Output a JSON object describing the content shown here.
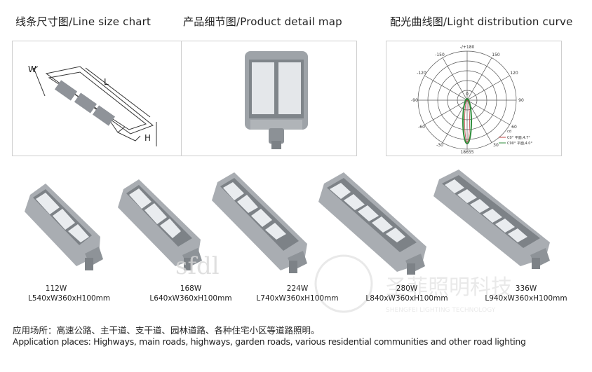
{
  "sections": {
    "line_size": {
      "title": "线条尺寸图/Line size chart",
      "label_w": "W",
      "label_l": "L",
      "label_h": "H"
    },
    "detail": {
      "title": "产品细节图/Product detail map"
    },
    "curve": {
      "title": "配光曲线图/Light distribution curve",
      "angle_labels": [
        "-/+180",
        "-150",
        "150",
        "-120",
        "120",
        "-90",
        "90",
        "-60",
        "60",
        "-30",
        "30",
        "0"
      ],
      "legend_unit": "cd",
      "legend_c0": "C0°  平面,4.7°",
      "legend_c90": "C90° 平面,4.0°",
      "center_value": "18655"
    }
  },
  "products": [
    {
      "power": "112W",
      "size": "L540xW360xH100mm"
    },
    {
      "power": "168W",
      "size": "L640xW360xH100mm"
    },
    {
      "power": "224W",
      "size": "L740xW360xH100mm"
    },
    {
      "power": "280W",
      "size": "L840xW360xH100mm"
    },
    {
      "power": "336W",
      "size": "L940xW360xH100mm"
    }
  ],
  "watermark": {
    "text_cn": "圣菲照明科技",
    "text_en": "SHENGFEI LIGHTING TECHNOLOGY",
    "brand": "sfdl"
  },
  "application": {
    "cn": "应用场所：高速公路、主干道、支干道、园林道路、各种住宅小区等道路照明。",
    "en": "Application places: Highways, main roads, highways, garden roads, various residential communities and other road lighting"
  },
  "colors": {
    "housing": "#a9adb2",
    "housing_dark": "#7d8287",
    "led": "#e9ecef",
    "curve_green": "#2e8b3a"
  }
}
